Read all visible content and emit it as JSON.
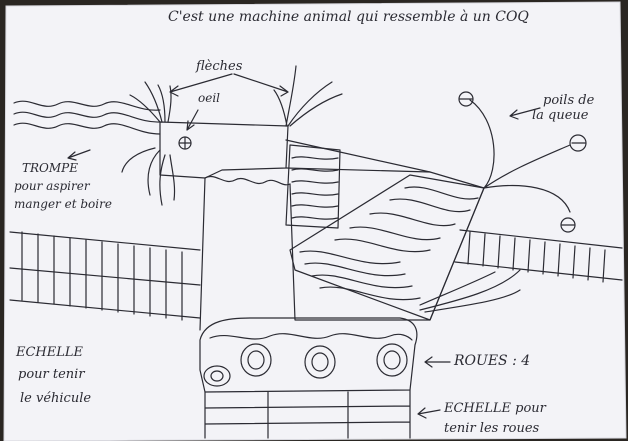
{
  "drawing": {
    "title": "C'est une machine animal qui ressemble à un COQ",
    "labels": {
      "fleches": "flèches",
      "oeil": "oeil",
      "poils_line1": "poils de",
      "poils_line2": "la queue",
      "trompe_line1": "TROMPE",
      "trompe_line2": "pour aspirer",
      "trompe_line3": "manger et boire",
      "echelle_line1": "ECHELLE",
      "echelle_line2": "pour tenir",
      "echelle_line3": "le véhicule",
      "roues": "ROUES : 4",
      "echelle_roues_line1": "ECHELLE pour",
      "echelle_roues_line2": "tenir les roues"
    }
  },
  "colors": {
    "paper": "#f4f4f8",
    "ink": "#2b2b33",
    "background": "#2a2622"
  }
}
